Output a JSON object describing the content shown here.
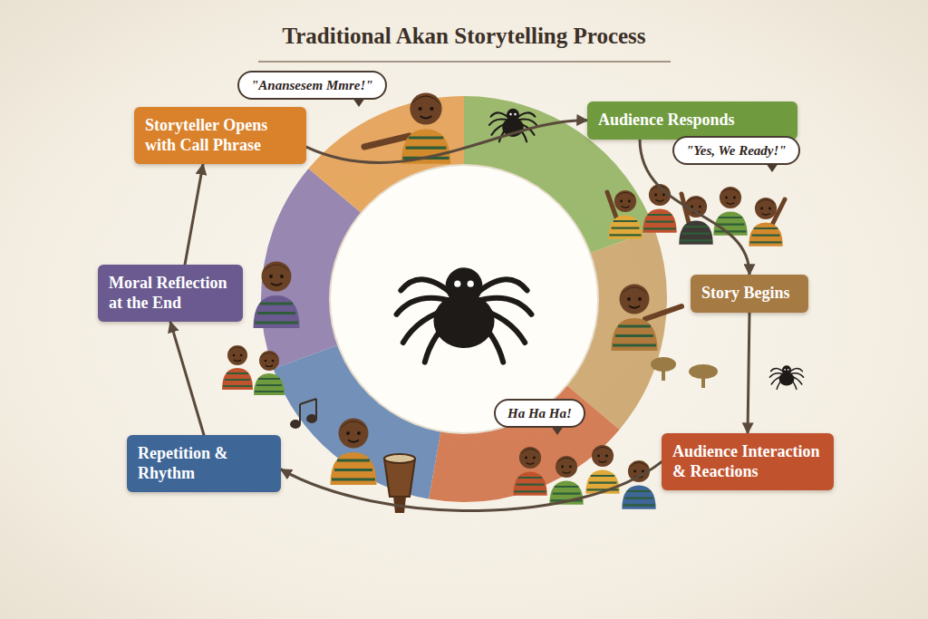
{
  "diagram": {
    "title": "Traditional Akan Storytelling Process",
    "nodes": [
      {
        "text": [
          "Storyteller Opens with Call Phrase"
        ]
      },
      {
        "text": [
          "\"Anansesem Mmre!\""
        ]
      },
      {
        "text": [
          "Audience Responds"
        ]
      },
      {
        "text": [
          "\"Yes, We Ready!\""
        ]
      },
      {
        "text": [
          "Story Begins"
        ]
      },
      {
        "text": [
          "Ha Ha Ha!"
        ]
      },
      {
        "text": [
          "Audience Interaction & Reactions"
        ]
      },
      {
        "text": [
          "Repetition & Rhythm"
        ]
      },
      {
        "text": [
          "Moral Reflection at the End"
        ]
      }
    ],
    "edges": [
      {
        "from": 0,
        "to": 2,
        "arrow": "to"
      },
      {
        "from": 2,
        "to": 4,
        "arrow": "to"
      },
      {
        "from": 4,
        "to": 6,
        "arrow": "to"
      },
      {
        "from": 6,
        "to": 7,
        "arrow": "to"
      },
      {
        "from": 7,
        "to": 8,
        "arrow": "to"
      },
      {
        "from": 8,
        "to": 0,
        "arrow": "to"
      }
    ]
  }
}
